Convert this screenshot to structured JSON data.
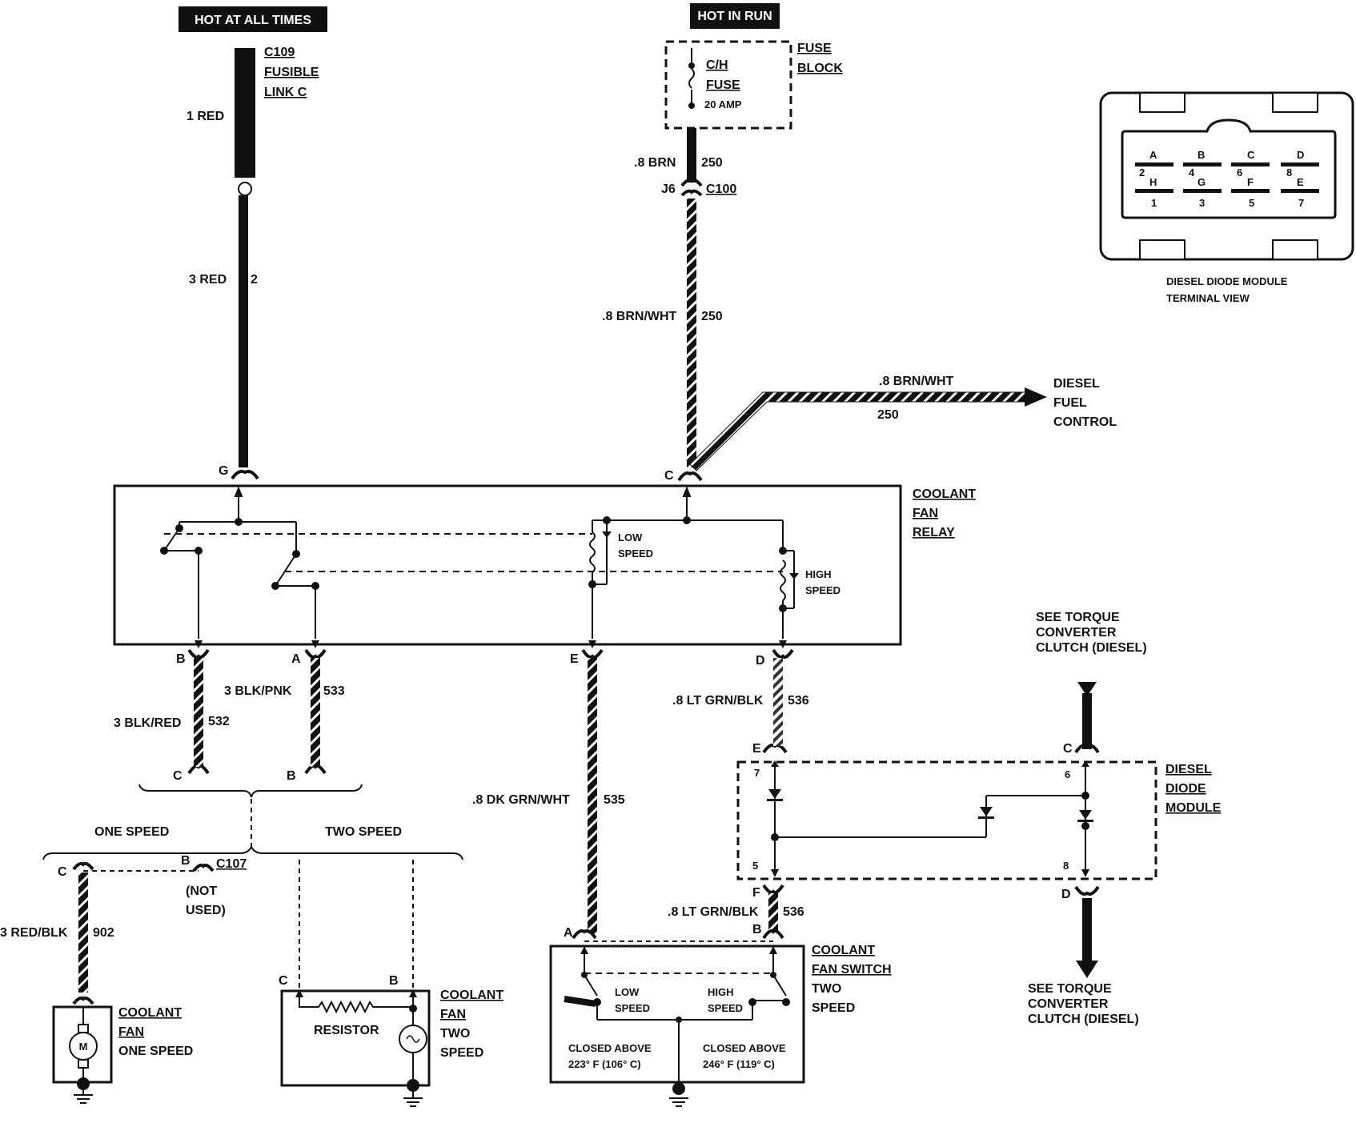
{
  "headers": {
    "hot_all_times": "HOT AT ALL TIMES",
    "hot_in_run": "HOT IN RUN"
  },
  "fusible": {
    "l1": "C109",
    "l2": "FUSIBLE",
    "l3": "LINK C",
    "wire": "1 RED"
  },
  "wire_left": {
    "size": "3 RED",
    "circuit": "2",
    "pin": "G"
  },
  "fuse_block": {
    "l1": "FUSE",
    "l2": "BLOCK",
    "fuse1": "C/H",
    "fuse2": "FUSE",
    "amp": "20 AMP"
  },
  "wire_top_right": {
    "size": ".8 BRN",
    "circuit": "250",
    "j": "J6",
    "conn": "C100"
  },
  "wire_brn_wht": {
    "size": ".8 BRN/WHT",
    "circuit": "250",
    "pin": "C"
  },
  "diesel_branch": {
    "size": ".8 BRN/WHT",
    "circuit": "250",
    "l1": "DIESEL",
    "l2": "FUEL",
    "l3": "CONTROL"
  },
  "relay": {
    "l1": "COOLANT",
    "l2": "FAN",
    "l3": "RELAY",
    "low1": "LOW",
    "low2": "SPEED",
    "high1": "HIGH",
    "high2": "SPEED"
  },
  "module_view": {
    "top_letters": [
      "A",
      "B",
      "C",
      "D"
    ],
    "top_nums": [
      "2",
      "4",
      "6",
      "8"
    ],
    "bot_letters": [
      "H",
      "G",
      "F",
      "E"
    ],
    "bot_nums": [
      "1",
      "3",
      "5",
      "7"
    ],
    "caption1": "DIESEL DIODE MODULE",
    "caption2": "TERMINAL VIEW"
  },
  "wire_b": {
    "pin_top": "B",
    "size": "3 BLK/RED",
    "circuit": "532",
    "pin_bot": "C"
  },
  "wire_a": {
    "pin_top": "A",
    "size": "3 BLK/PNK",
    "circuit": "533",
    "pin_bot": "B"
  },
  "wire_e": {
    "pin_top": "E",
    "size": ".8 DK GRN/WHT",
    "circuit": "535",
    "pin_bot": "A"
  },
  "wire_d": {
    "pin_top": "D",
    "size": ".8 LT GRN/BLK",
    "circuit": "536",
    "pin_bot": "E"
  },
  "wire_f": {
    "pin_top": "F",
    "size": ".8 LT GRN/BLK",
    "circuit": "536",
    "pin_bot": "B"
  },
  "speeds": {
    "one": "ONE SPEED",
    "two": "TWO SPEED"
  },
  "c107": {
    "pin_c": "C",
    "pin_b": "B",
    "conn": "C107",
    "not1": "(NOT",
    "not2": "USED)"
  },
  "wire_902": {
    "size": "3 RED/BLK",
    "circuit": "902"
  },
  "fan_one": {
    "l1": "COOLANT",
    "l2": "FAN",
    "l3": "ONE SPEED",
    "motor": "M"
  },
  "fan_two": {
    "pin_c": "C",
    "pin_b": "B",
    "resistor": "RESISTOR",
    "l1": "COOLANT",
    "l2": "FAN",
    "l3": "TWO",
    "l4": "SPEED"
  },
  "switch": {
    "l1": "COOLANT",
    "l2": "FAN SWITCH",
    "l3": "TWO",
    "l4": "SPEED",
    "low1": "LOW",
    "low2": "SPEED",
    "high1": "HIGH",
    "high2": "SPEED",
    "closed1a": "CLOSED ABOVE",
    "closed1b": "223° F (106° C)",
    "closed2a": "CLOSED ABOVE",
    "closed2b": "246° F (119° C)"
  },
  "diode_module": {
    "l1": "DIESEL",
    "l2": "DIODE",
    "l3": "MODULE",
    "p7": "7",
    "p5": "5",
    "p6": "6",
    "p8": "8",
    "pin_c": "C",
    "pin_d": "D"
  },
  "torque": {
    "top1": "SEE TORQUE",
    "top2": "CONVERTER",
    "top3": "CLUTCH (DIESEL)",
    "bot1": "SEE TORQUE",
    "bot2": "CONVERTER",
    "bot3": "CLUTCH (DIESEL)"
  }
}
